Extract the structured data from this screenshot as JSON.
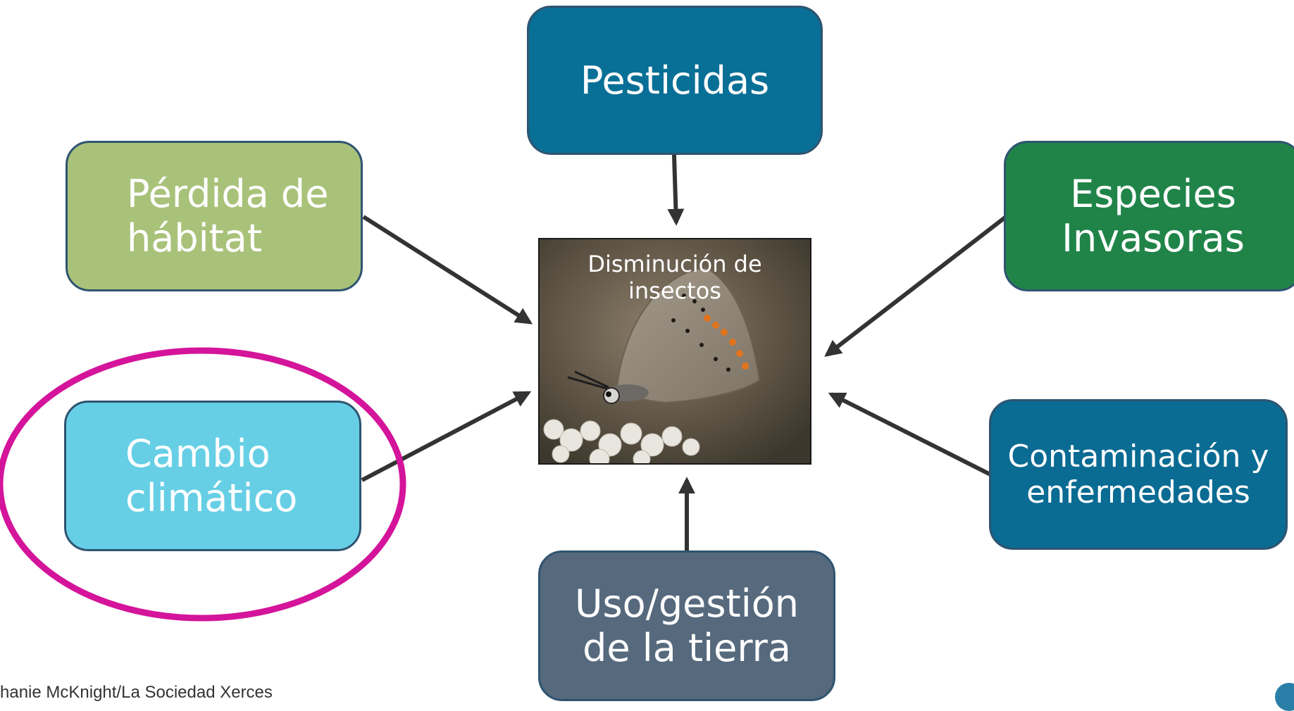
{
  "center": {
    "title": "Disminución de insectos",
    "image": "butterfly-photo"
  },
  "factors": {
    "pesticides": {
      "lines": [
        "Pesticidas"
      ],
      "color": "#086f96"
    },
    "habitat_loss": {
      "lines": [
        "Pérdida de",
        "hábitat"
      ],
      "color": "#a9c27a"
    },
    "invasive_species": {
      "lines": [
        "Especies",
        "Invasoras"
      ],
      "color": "#208448"
    },
    "climate_change": {
      "lines": [
        "Cambio",
        "climático"
      ],
      "color": "#66cfe5",
      "highlighted": true
    },
    "pollution_disease": {
      "lines": [
        "Contaminación y",
        "enfermedades"
      ],
      "color": "#0a6b93"
    },
    "land_use": {
      "lines": [
        "Uso/gestión",
        "de la tierra"
      ],
      "color": "#56697d"
    }
  },
  "highlight_color": "#d4149a",
  "arrow_color": "#333333",
  "credit": "hanie McKnight/La Sociedad Xerces"
}
